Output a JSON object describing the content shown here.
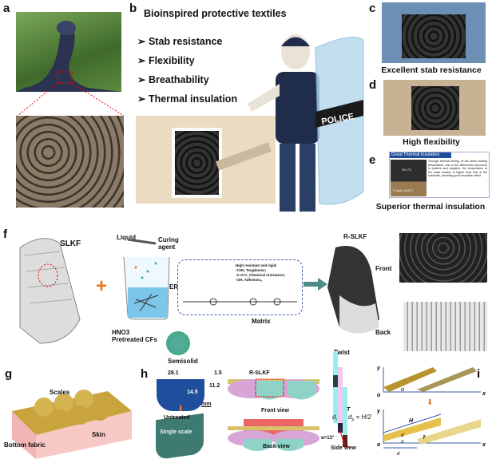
{
  "panels": {
    "a": {
      "label": "a"
    },
    "b": {
      "label": "b",
      "title": "Bioinspired protective textiles",
      "items": [
        "Stab resistance",
        "Flexibility",
        "Breathability",
        "Thermal insulation"
      ],
      "shield_text": "POLICE"
    },
    "c": {
      "label": "c",
      "caption": "Excellent stab resistance"
    },
    "d": {
      "label": "d",
      "caption": "High flexibility"
    },
    "e": {
      "label": "e",
      "caption": "Superior thermal insulation",
      "inset_title": "Great Thermal Insulation",
      "inset_text": "Through thermal testing, at the same heating temperature, due to the differences structures in positive and negative, the temperature of the scale surface is higher than that of the substrate, providing good insulation effect",
      "temp_top": "30.1°C",
      "temp_bottom": "T=3min  33.6°C"
    },
    "f": {
      "label": "f",
      "slkf": "SLKF",
      "liquid": "Liquid",
      "curing_agent": "Curing agent",
      "er": "ER",
      "hno3": "HNO3",
      "pretreated": "Pretreated CFs",
      "semisolid": "Semisolid",
      "matrix": "Matrix",
      "rslkf": "R-SLKF",
      "front": "Front",
      "back": "Back",
      "twist": "Twist",
      "properties": [
        "High resistant and rigid;",
        "-CH3, Toughness;",
        "-C-O-C, Chemical resistance;",
        "-OH, Adhesion。"
      ]
    },
    "g": {
      "label": "g",
      "scales": "Scales",
      "skin": "Skin",
      "bottom_fabric": "Bottom fabric"
    },
    "h": {
      "label": "h",
      "dim1": "28.1",
      "dim2": "1.5",
      "dim3": "11.2",
      "dim4": "14.5",
      "unit": "mm",
      "untreated": "Untreated",
      "single_scale": "Single scale",
      "rslkf": "R-SLKF",
      "front_view": "Front view",
      "back_view": "Back view",
      "side_view": "Side view",
      "angle": "α=13°",
      "T": "T",
      "di": "d",
      "db": "d",
      "eq": "= H/2"
    },
    "i": {
      "label": "i",
      "y": "y",
      "x": "x",
      "o": "o",
      "alpha": "α",
      "H": "H",
      "db": "d",
      "T": "T",
      "di": "d"
    }
  },
  "colors": {
    "accent_orange": "#e87722",
    "dash_blue": "#3b5ca8",
    "scale_gold": "#c9a43c",
    "scale_teal": "#8fd3c8",
    "scale_pink": "#d8a6d6"
  }
}
